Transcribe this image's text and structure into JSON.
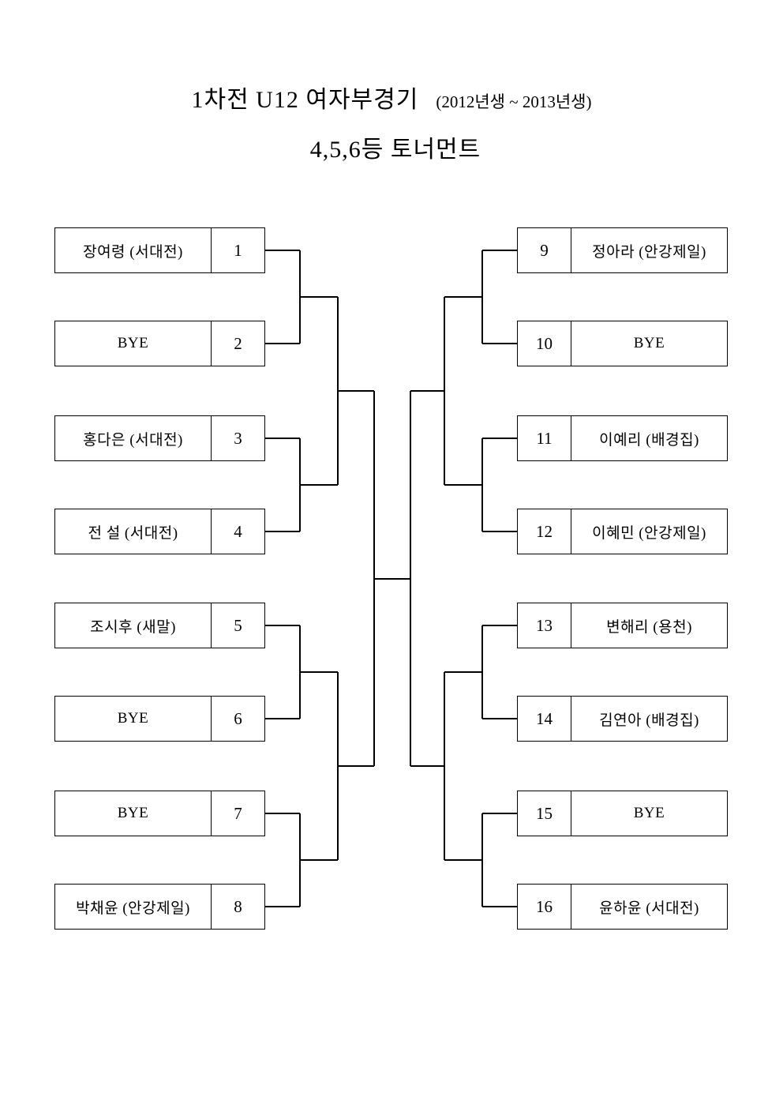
{
  "title": {
    "main": "1차전   U12   여자부경기",
    "birth_range": "(2012년생 ~ 2013년생)",
    "subtitle": "4,5,6등 토너먼트"
  },
  "bracket": {
    "type": "single-elimination",
    "slot_count": 16,
    "bye_label": "BYE",
    "left": [
      {
        "seed": "1",
        "name": "장여령 (서대전)"
      },
      {
        "seed": "2",
        "name": "BYE"
      },
      {
        "seed": "3",
        "name": "홍다은 (서대전)"
      },
      {
        "seed": "4",
        "name": "전 설 (서대전)"
      },
      {
        "seed": "5",
        "name": "조시후 (새말)"
      },
      {
        "seed": "6",
        "name": "BYE"
      },
      {
        "seed": "7",
        "name": "BYE"
      },
      {
        "seed": "8",
        "name": "박채윤 (안강제일)"
      }
    ],
    "right": [
      {
        "seed": "9",
        "name": "정아라 (안강제일)"
      },
      {
        "seed": "10",
        "name": "BYE"
      },
      {
        "seed": "11",
        "name": "이예리 (배경집)"
      },
      {
        "seed": "12",
        "name": "이혜민 (안강제일)"
      },
      {
        "seed": "13",
        "name": "변해리 (용천)"
      },
      {
        "seed": "14",
        "name": "김연아 (배경집)"
      },
      {
        "seed": "15",
        "name": "BYE"
      },
      {
        "seed": "16",
        "name": "윤하윤 (서대전)"
      }
    ]
  },
  "colors": {
    "line": "#000000",
    "background": "#ffffff",
    "text": "#000000"
  }
}
